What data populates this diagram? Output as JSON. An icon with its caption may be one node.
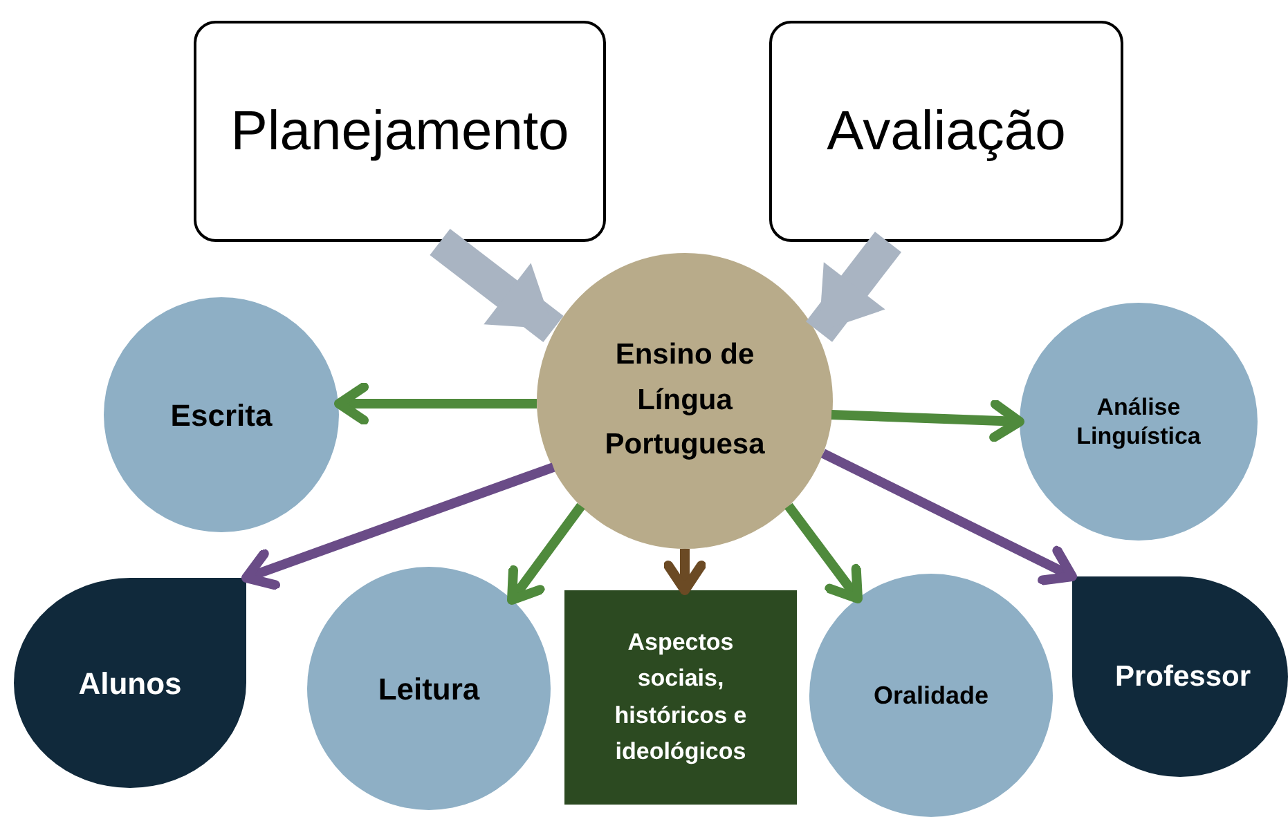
{
  "diagram": {
    "nodes": [
      {
        "text": [
          "Planejamento"
        ]
      },
      {
        "text": [
          "Avaliação"
        ]
      },
      {
        "text": [
          "Ensino de Língua Portuguesa"
        ]
      },
      {
        "text": [
          "Escrita"
        ]
      },
      {
        "text": [
          "Análise Linguística"
        ]
      },
      {
        "text": [
          "Alunos"
        ]
      },
      {
        "text": [
          "Leitura"
        ]
      },
      {
        "text": [
          "Aspectos sociais, históricos e ideológicos"
        ]
      },
      {
        "text": [
          "Oralidade"
        ]
      },
      {
        "text": [
          "Professor"
        ]
      }
    ],
    "edges": [
      {
        "from": 0,
        "to": 2,
        "arrow": "to",
        "style": "thick",
        "color": "#a9b4c2"
      },
      {
        "from": 1,
        "to": 2,
        "arrow": "to",
        "style": "thick",
        "color": "#a9b4c2"
      },
      {
        "from": 2,
        "to": 3,
        "arrow": "to"
      },
      {
        "from": 2,
        "to": 4,
        "arrow": "to"
      },
      {
        "from": 2,
        "to": 5,
        "arrow": "to",
        "color": "#6a4c87"
      },
      {
        "from": 2,
        "to": 6,
        "arrow": "to"
      },
      {
        "from": 2,
        "to": 7,
        "arrow": "to",
        "color": "#6b4a24"
      },
      {
        "from": 2,
        "to": 8,
        "arrow": "to"
      },
      {
        "from": 2,
        "to": 9,
        "arrow": "to",
        "color": "#6a4c87"
      }
    ]
  }
}
